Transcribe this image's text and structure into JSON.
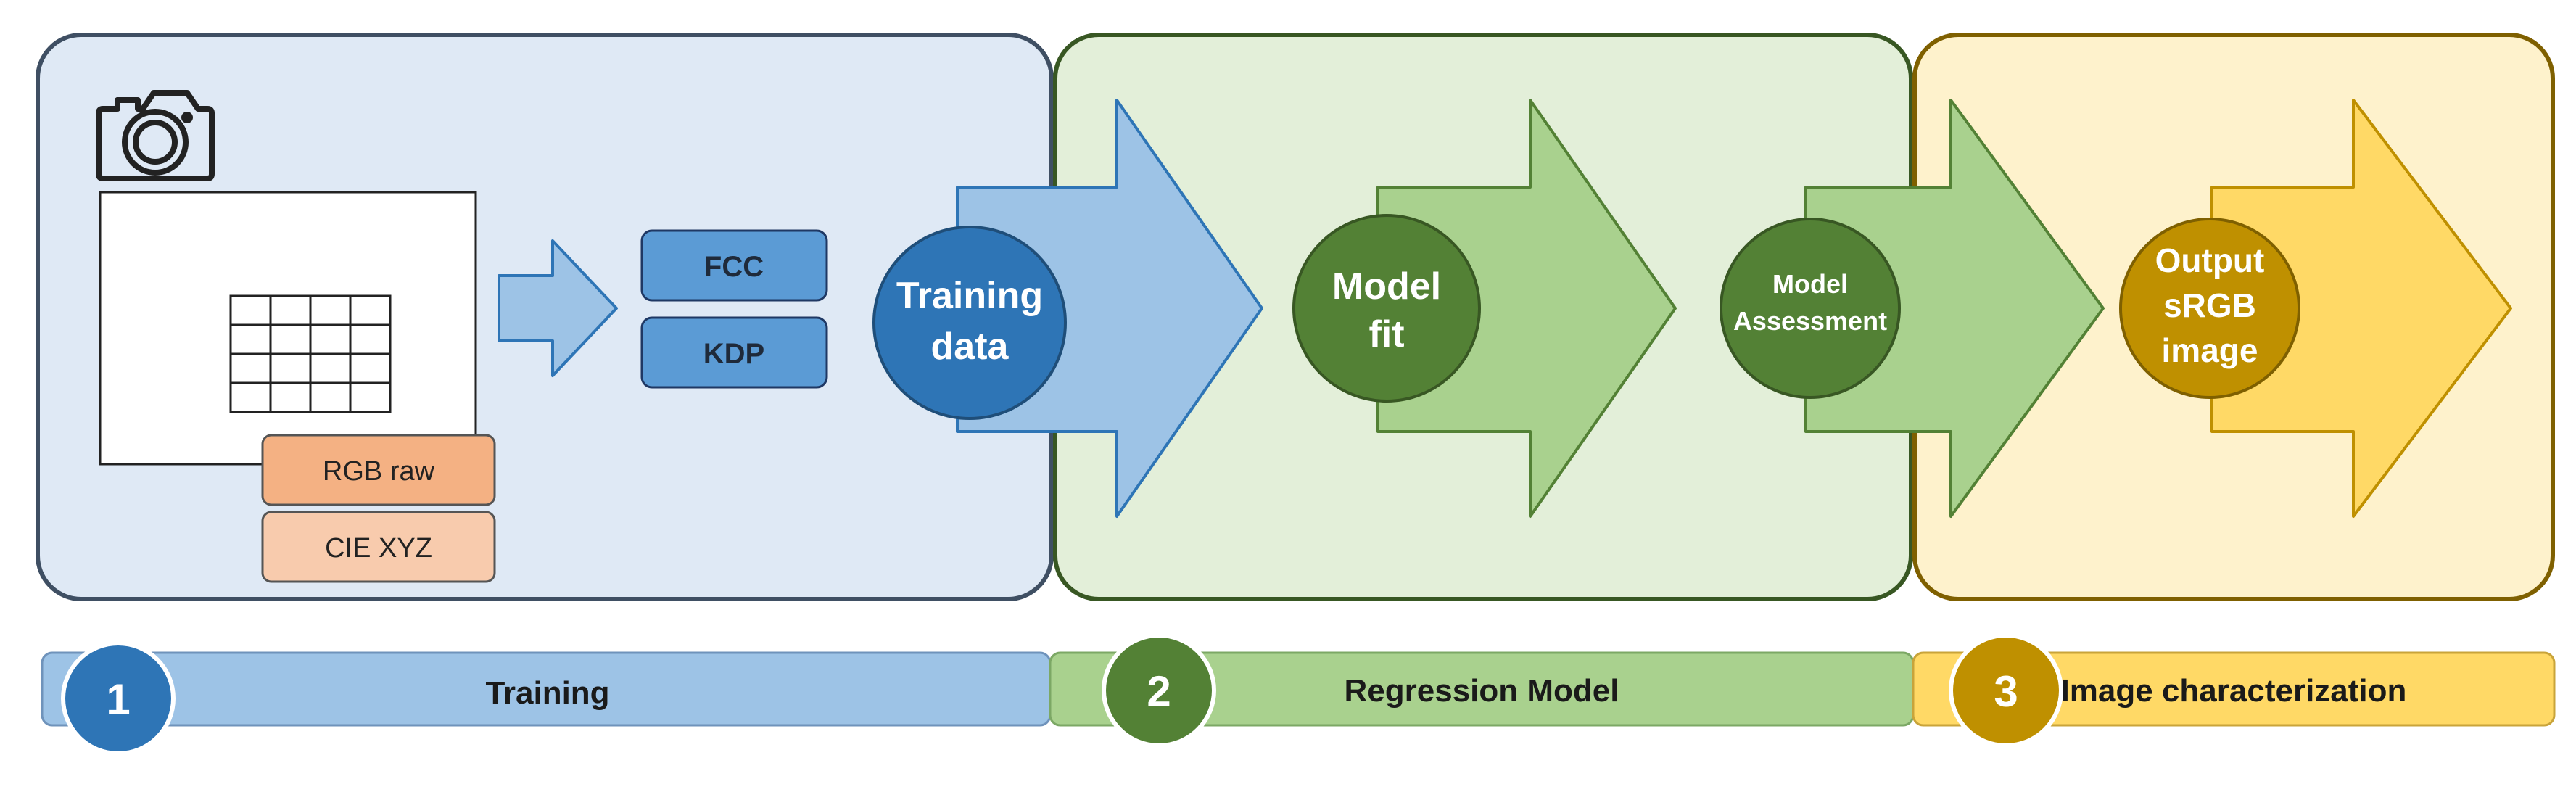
{
  "stages": {
    "training": {
      "input_methods": [
        "FCC",
        "KDP"
      ],
      "chart_labels": [
        "RGB raw",
        "CIE XYZ"
      ],
      "node_lines": [
        "Training",
        "data"
      ]
    },
    "regression": {
      "fit_lines": [
        "Model",
        "fit"
      ],
      "assess_lines": [
        "Model",
        "Assessment"
      ]
    },
    "characterization": {
      "output_lines": [
        "Output",
        "sRGB",
        "image"
      ]
    }
  },
  "timeline": [
    {
      "number": "1",
      "label": "Training"
    },
    {
      "number": "2",
      "label": "Regression Model"
    },
    {
      "number": "3",
      "label": "Image characterization"
    }
  ],
  "colors": {
    "blue_panel": "#dfe9f5",
    "green_panel": "#e3efd9",
    "yellow_panel": "#fef2cc",
    "blue_accent": "#2e75b6",
    "green_accent": "#538135",
    "gold_accent": "#bf9000",
    "orange_label": "#f4b183",
    "peach_label": "#f8cbad"
  },
  "icons": [
    "camera-icon",
    "color-chart-grid-icon"
  ]
}
